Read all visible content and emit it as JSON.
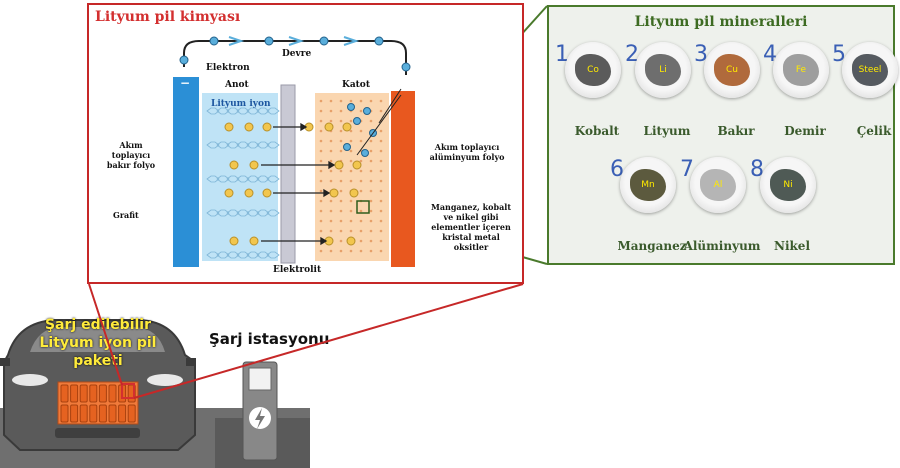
{
  "chemistry": {
    "title": "Lityum pil kimyası",
    "circuit": "Devre",
    "electron": "Elektron",
    "anode": "Anot",
    "cathode": "Katot",
    "lithium_ion": "Lityum iyon",
    "minus": "−",
    "plus": "+",
    "collector_left": "Akım toplayıcı bakır folyo",
    "collector_right": "Akım toplayıcı alüminyum folyo",
    "graphite": "Grafit",
    "oxides": "Manganez, kobalt ve nikel gibi elementler içeren kristal metal oksitler",
    "electrolyte": "Elektrolit"
  },
  "minerals": {
    "title": "Lityum pil mineralleri",
    "items": [
      {
        "num": "1",
        "symbol": "Co",
        "name": "Kobalt",
        "color": "#5b5b5b"
      },
      {
        "num": "2",
        "symbol": "Li",
        "name": "Lityum",
        "color": "#6e6e6e"
      },
      {
        "num": "3",
        "symbol": "Cu",
        "name": "Bakır",
        "color": "#b06a3c"
      },
      {
        "num": "4",
        "symbol": "Fe",
        "name": "Demir",
        "color": "#9e9e9e"
      },
      {
        "num": "5",
        "symbol": "Steel",
        "name": "Çelik",
        "color": "#555a60"
      },
      {
        "num": "6",
        "symbol": "Mn",
        "name": "Manganez",
        "color": "#5c5a3e"
      },
      {
        "num": "7",
        "symbol": "Al",
        "name": "Alüminyum",
        "color": "#b5b5b5"
      },
      {
        "num": "8",
        "symbol": "Ni",
        "name": "Nikel",
        "color": "#4f5a55"
      }
    ]
  },
  "car": {
    "pack_label": "Şarj edilebilir Lityum iyon pil paketi"
  },
  "station": {
    "label": "Şarj istasyonu"
  },
  "colors": {
    "red": "#c62828",
    "green": "#4a7a2c",
    "anode_blue": "#2b8fd6",
    "cathode_orange": "#e8581f"
  }
}
